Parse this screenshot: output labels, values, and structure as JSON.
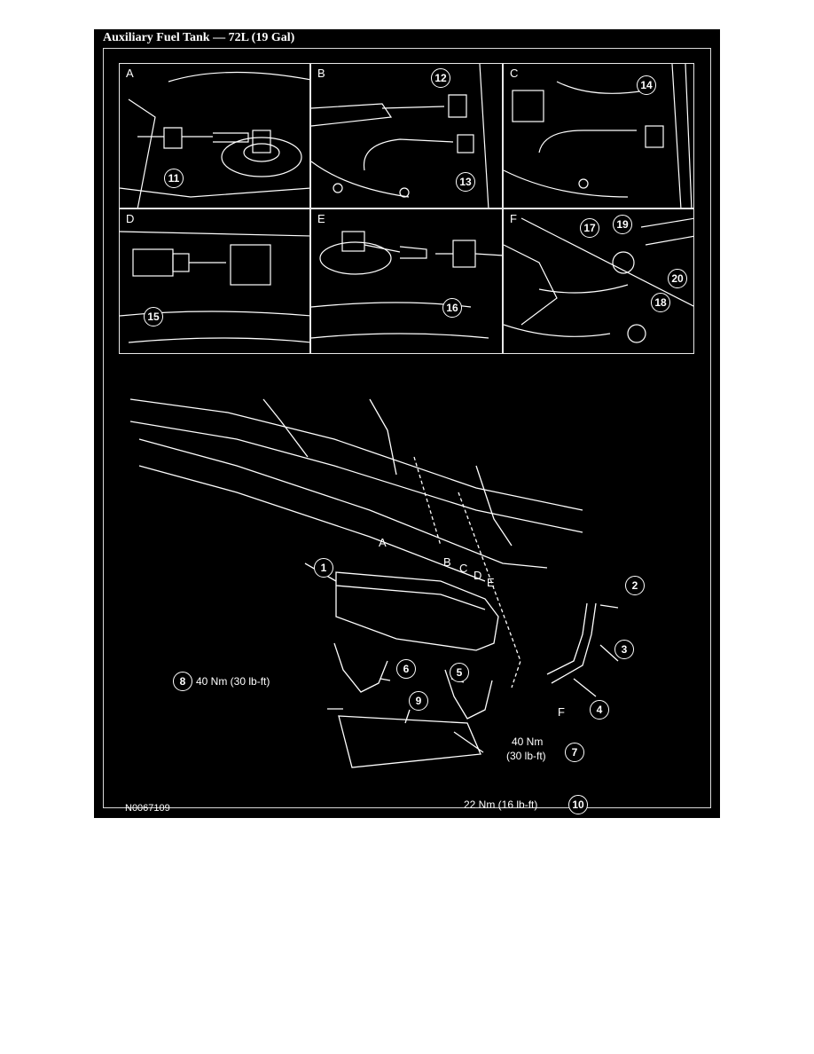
{
  "figure": {
    "title": "Auxiliary Fuel Tank — 72L (19 Gal)",
    "figure_code": "N0067109"
  },
  "panels": {
    "a": {
      "letter": "A",
      "callouts": [
        "11"
      ]
    },
    "b": {
      "letter": "B",
      "callouts": [
        "12",
        "13"
      ]
    },
    "c": {
      "letter": "C",
      "callouts": [
        "14"
      ]
    },
    "d": {
      "letter": "D",
      "callouts": [
        "15"
      ]
    },
    "e": {
      "letter": "E",
      "callouts": [
        "16"
      ]
    },
    "f": {
      "letter": "F",
      "callouts": [
        "17",
        "19",
        "20",
        "18"
      ]
    }
  },
  "main": {
    "callouts": [
      "1",
      "2",
      "3",
      "4",
      "5",
      "6",
      "7",
      "8",
      "9",
      "10"
    ],
    "view_arrows": [
      "A",
      "B",
      "C",
      "D",
      "E",
      "F"
    ],
    "torque": {
      "t8": "40 Nm (30 lb-ft)",
      "t7_line1": "40 Nm",
      "t7_line2": "(30 lb-ft)",
      "t10": "22 Nm (16 lb-ft)"
    }
  }
}
